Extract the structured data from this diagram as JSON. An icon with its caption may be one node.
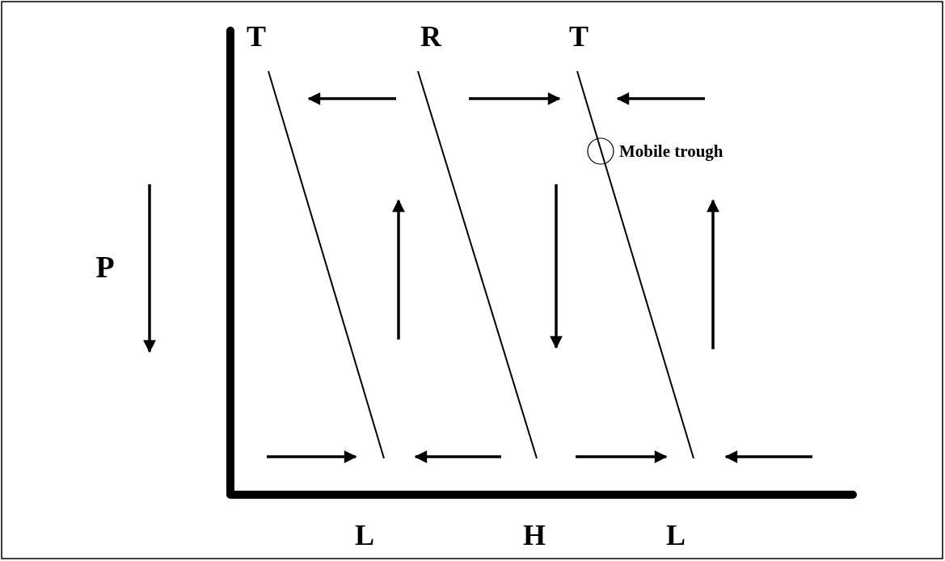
{
  "diagram": {
    "labels": [
      "T",
      "R",
      "T",
      "Mobile trough",
      "P",
      "L",
      "H",
      "L"
    ]
  }
}
